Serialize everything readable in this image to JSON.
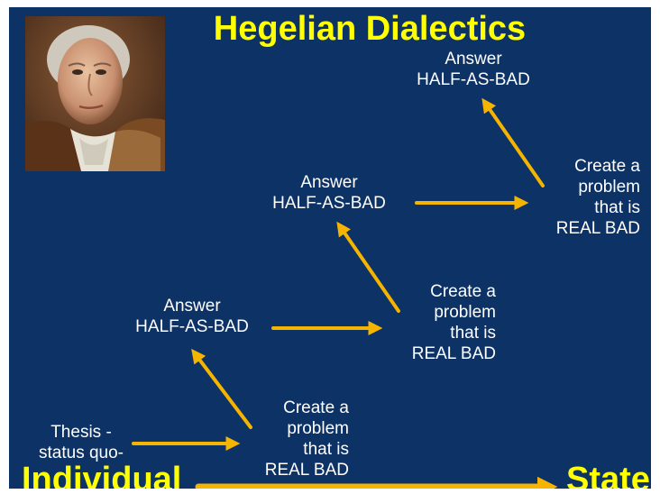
{
  "title": "Hegelian Dialectics",
  "portrait": {
    "icon": "hegel-portrait"
  },
  "thesis": {
    "line1": "Thesis -",
    "line2": "status quo-"
  },
  "problems": [
    {
      "l1": "Create a",
      "l2": "problem",
      "l3": "that is",
      "l4": "REAL BAD"
    },
    {
      "l1": "Create a",
      "l2": "problem",
      "l3": "that is",
      "l4": "REAL BAD"
    },
    {
      "l1": "Create a",
      "l2": "problem",
      "l3": "that is",
      "l4": "REAL BAD"
    }
  ],
  "answers": [
    {
      "l1": "Answer",
      "l2": "HALF-AS-BAD"
    },
    {
      "l1": "Answer",
      "l2": "HALF-AS-BAD"
    },
    {
      "l1": "Answer",
      "l2": "HALF-AS-BAD"
    }
  ],
  "axis": {
    "start": "Individual",
    "end": "State"
  },
  "colors": {
    "background": "#0d3266",
    "title": "#ffff00",
    "arrow": "#f5b400",
    "text": "#ffffff"
  }
}
